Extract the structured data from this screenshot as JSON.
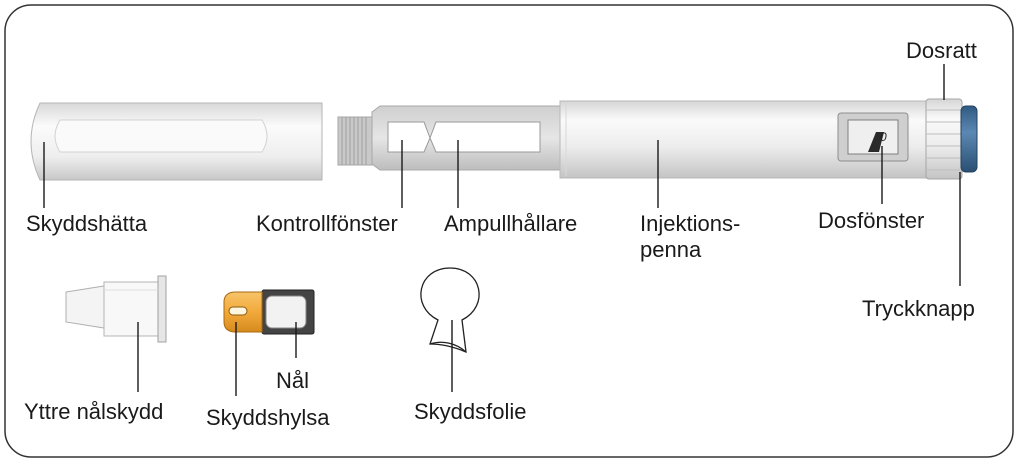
{
  "labels": {
    "dosratt": "Dosratt",
    "skyddshatta": "Skyddshätta",
    "kontrollfonster": "Kontrollfönster",
    "ampullhallare": "Ampullhållare",
    "injektionspenna_line1": "Injektions-",
    "injektionspenna_line2": "penna",
    "dosfonster": "Dosfönster",
    "tryckknapp": "Tryckknapp",
    "nal": "Nål",
    "yttre_nalskydd": "Yttre nålskydd",
    "skyddshylsa": "Skyddshylsa",
    "skyddsfolie": "Skyddsfolie"
  },
  "dose_window": {
    "digit": "0"
  },
  "colors": {
    "frame": "#333333",
    "pen_body": "#ececec",
    "pen_shadow": "#c9c9c9",
    "push_button": "#3f6e9a",
    "needle_shield": "#f2a93b",
    "leader_line": "#1a1a1a"
  }
}
